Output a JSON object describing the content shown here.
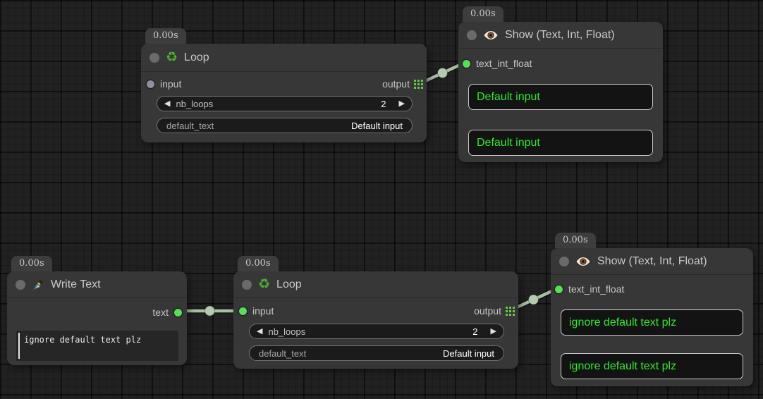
{
  "colors": {
    "canvas_bg": "#212121",
    "node_bg": "#373737",
    "wire": "#a9c0a5",
    "slot_connected_green": "#55e055",
    "slot_unconnected_gray": "#8f8fa0",
    "output_grid_green": "#65c94a",
    "value_text_green": "#2ce82c",
    "recycle_icon_green": "#4db32e"
  },
  "icons": {
    "recycle": "♻",
    "decrement": "◀",
    "increment": "▶"
  },
  "nodes": {
    "loop_top": {
      "badge": "0.00s",
      "title": "Loop",
      "input_label": "input",
      "output_label": "output",
      "nb_loops_label": "nb_loops",
      "nb_loops_value": "2",
      "default_text_label": "default_text",
      "default_text_value": "Default input"
    },
    "show_top": {
      "badge": "0.00s",
      "title": "Show (Text, Int, Float)",
      "input_label": "text_int_float",
      "values": [
        "Default input",
        "Default input"
      ]
    },
    "write_text": {
      "badge": "0.00s",
      "title": "Write Text",
      "output_label": "text",
      "text_value": "ignore default text plz"
    },
    "loop_bottom": {
      "badge": "0.00s",
      "title": "Loop",
      "input_label": "input",
      "output_label": "output",
      "nb_loops_label": "nb_loops",
      "nb_loops_value": "2",
      "default_text_label": "default_text",
      "default_text_value": "Default input"
    },
    "show_bottom": {
      "badge": "0.00s",
      "title": "Show (Text, Int, Float)",
      "input_label": "text_int_float",
      "values": [
        "ignore default text plz",
        "ignore default text plz"
      ]
    }
  }
}
